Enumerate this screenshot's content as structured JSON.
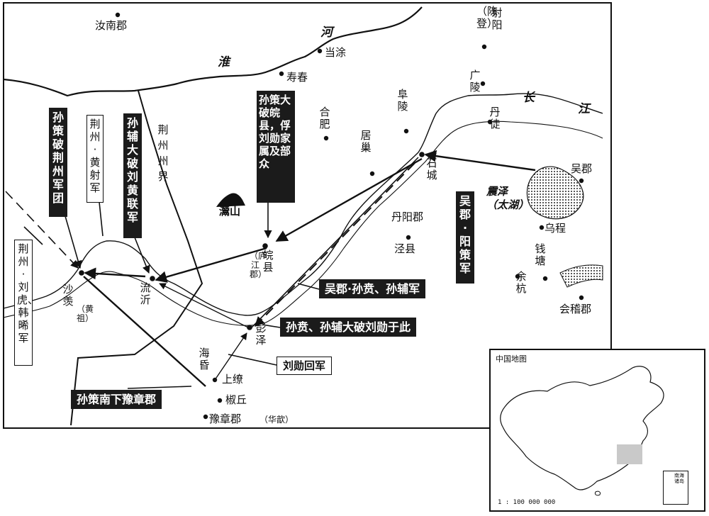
{
  "regions": {
    "runan": "汝南郡",
    "sheyang": "射阳",
    "chendeng": "（陈登）",
    "dangtu": "当涂",
    "shouchun": "寿春",
    "hefei": "合肥",
    "fuling": "阜陵",
    "guangling": "广陵",
    "dantu": "丹徒",
    "juchao": "居巢",
    "shicheng": "石城",
    "wujun": "吴郡",
    "zhenze": "震泽",
    "taihu": "（太湖）",
    "danyang": "丹阳郡",
    "jingxian": "泾县",
    "wucheng": "乌程",
    "qiantang": "钱塘",
    "yuhang": "余杭",
    "kuaiji": "会稽郡",
    "wanxian": "皖县",
    "lujiang": "（庐江郡）",
    "qianshan": "灊山",
    "liuqi": "流沂",
    "shaxian": "沙羡",
    "huangzu": "（黄祖）",
    "pengze": "彭泽",
    "haihun": "海昏",
    "shangliao": "上缭",
    "jiaoqiu": "椒丘",
    "yuzhang": "豫章郡",
    "huaxin": "（华歆）"
  },
  "rivers": {
    "he": "河",
    "huai": "淮",
    "chang": "长",
    "jiang": "江"
  },
  "border_label": "荆州州界",
  "callouts": {
    "sunce_po_jingzhou": "孙策破荆州军团",
    "jingzhou_huangshe": "荆州·黄射军",
    "sunfu_po_liuhuang": "孙辅大破刘黄联军",
    "sunce_po_wanxian": "孙策大破皖县，俘刘勋家属及部众",
    "wujun_yangce": "吴郡·阳策军",
    "wujun_sunben": "吴郡·孙贲、孙辅军",
    "sunben_po_liuxun": "孙贲、孙辅大破刘勋于此",
    "liuxun_huijun": "刘勋回军",
    "sunce_nanxia": "孙策南下豫章郡",
    "jingzhou_liuhu": "荆州·刘虎、韩晞军"
  },
  "inset": {
    "title": "中国地图",
    "scale": "1 : 100 000 000",
    "south_china_sea": "南海诸岛"
  }
}
